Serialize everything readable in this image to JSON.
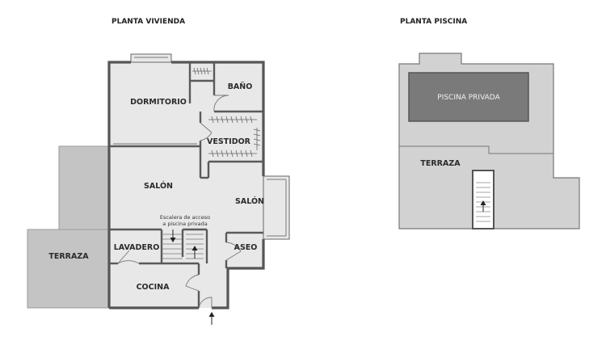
{
  "titles": {
    "vivienda": "PLANTA VIVIENDA",
    "piscina": "PLANTA PISCINA"
  },
  "rooms": {
    "dormitorio": "DORMITORIO",
    "bano": "BAÑO",
    "vestidor": "VESTIDOR",
    "salon_left": "SALÓN",
    "salon_right": "SALÓN",
    "terraza": "TERRAZA",
    "lavadero": "LAVADERO",
    "aseo": "ASEO",
    "cocina": "COCINA",
    "piscina_privada": "PISCINA PRIVADA",
    "terraza_piscina": "TERRAZA"
  },
  "notes": {
    "escalera_line1": "Escalera de acceso",
    "escalera_line2": "a piscina privada"
  },
  "colors": {
    "floor": "#e8e8e8",
    "terrace": "#c4c4c4",
    "pool": "#7a7a7a",
    "pool_level": "#d2d2d2",
    "wall": "#555555"
  }
}
